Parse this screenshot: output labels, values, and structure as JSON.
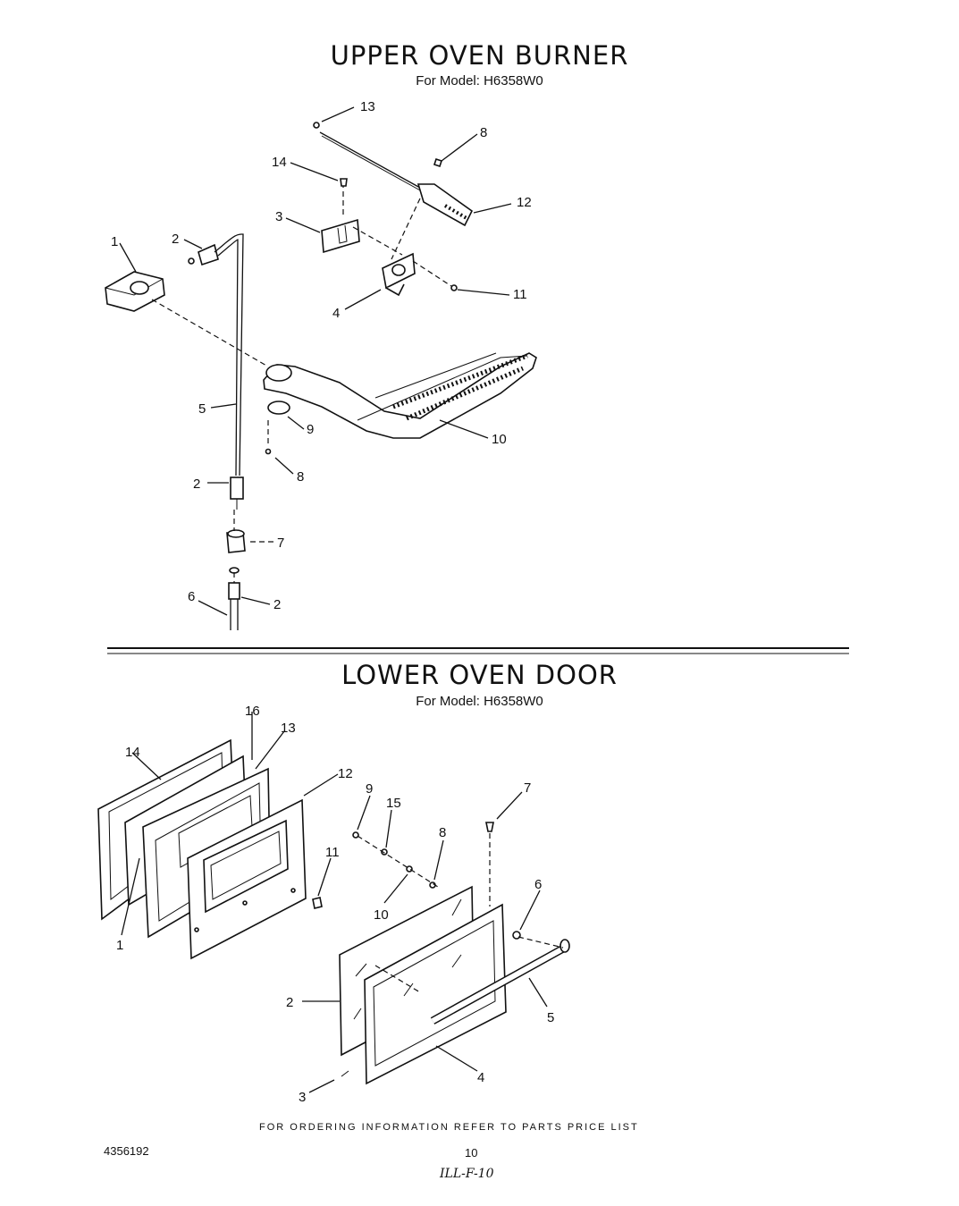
{
  "upper": {
    "title": "UPPER OVEN BURNER",
    "subtitle": "For Model: H6358W0",
    "callouts": [
      "13",
      "8",
      "14",
      "12",
      "3",
      "1",
      "2",
      "11",
      "4",
      "5",
      "9",
      "10",
      "8",
      "2",
      "7",
      "6",
      "2"
    ]
  },
  "lower": {
    "title": "LOWER OVEN DOOR",
    "subtitle": "For Model: H6358W0",
    "callouts": [
      "16",
      "13",
      "14",
      "12",
      "9",
      "15",
      "7",
      "8",
      "11",
      "6",
      "10",
      "1",
      "2",
      "5",
      "4",
      "3"
    ]
  },
  "footer": {
    "notice": "FOR ORDERING INFORMATION REFER TO PARTS PRICE LIST",
    "doc_number": "4356192",
    "page_number": "10",
    "handwritten": "ILL-F-10"
  }
}
